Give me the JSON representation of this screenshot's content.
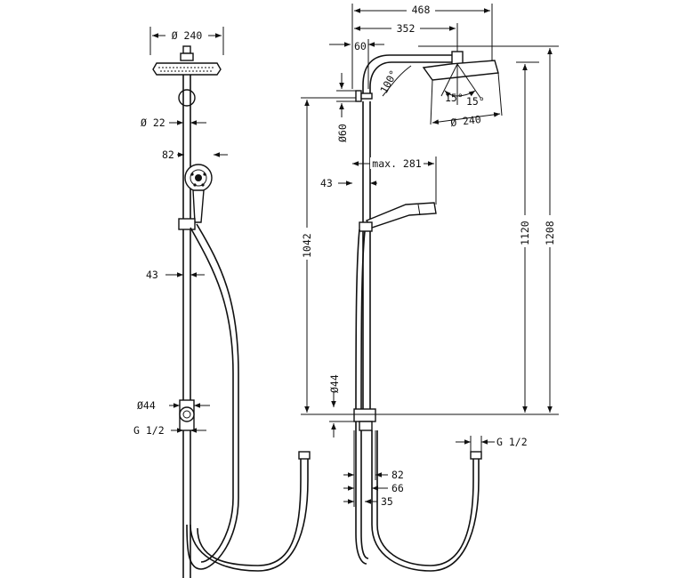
{
  "dimensions": {
    "front": {
      "head_diameter": "Ø 240",
      "pipe_diameter": "Ø 22",
      "hand_shower_width": "82",
      "bar_offset": "43",
      "mixer_diameter": "Ø44",
      "thread": "G 1/2"
    },
    "side": {
      "arm_reach": "468",
      "head_center": "352",
      "wall_offset": "60",
      "arm_angle": "100°",
      "tilt_left": "15°",
      "tilt_right": "15°",
      "head_diameter": "Ø 240",
      "bracket_diameter": "Ø60",
      "hand_reach": "max. 281",
      "bar_offset": "43",
      "bar_length": "1042",
      "head_height": "1120",
      "total_height": "1208",
      "mixer_diameter": "Ø44",
      "mixer_width": "82",
      "mixer_depth": "66",
      "pipe_depth": "35",
      "thread": "G 1/2"
    }
  }
}
